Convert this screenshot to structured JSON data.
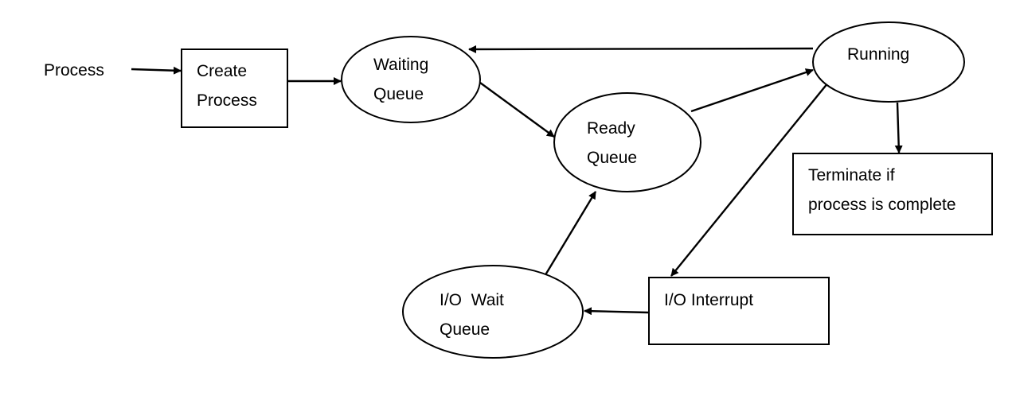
{
  "diagram": {
    "nodes": [
      {
        "id": "process",
        "shape": "none",
        "lines": [
          "Process"
        ]
      },
      {
        "id": "create",
        "shape": "rect",
        "lines": [
          "Create",
          "Process"
        ]
      },
      {
        "id": "waiting",
        "shape": "ellipse",
        "lines": [
          "Waiting",
          "Queue"
        ]
      },
      {
        "id": "ready",
        "shape": "ellipse",
        "lines": [
          "Ready",
          "Queue"
        ]
      },
      {
        "id": "running",
        "shape": "ellipse",
        "lines": [
          "Running"
        ]
      },
      {
        "id": "terminate",
        "shape": "rect",
        "lines": [
          "Terminate if",
          "process is complete"
        ]
      },
      {
        "id": "io-interrupt",
        "shape": "rect",
        "lines": [
          "I/O Interrupt"
        ]
      },
      {
        "id": "io-wait",
        "shape": "ellipse",
        "lines": [
          "I/O  Wait",
          "Queue"
        ]
      }
    ],
    "edges": [
      {
        "from": "process",
        "to": "create"
      },
      {
        "from": "create",
        "to": "waiting"
      },
      {
        "from": "waiting",
        "to": "ready"
      },
      {
        "from": "ready",
        "to": "running"
      },
      {
        "from": "running",
        "to": "waiting"
      },
      {
        "from": "running",
        "to": "terminate"
      },
      {
        "from": "running",
        "to": "io-interrupt"
      },
      {
        "from": "io-interrupt",
        "to": "io-wait"
      },
      {
        "from": "io-wait",
        "to": "ready"
      }
    ]
  }
}
